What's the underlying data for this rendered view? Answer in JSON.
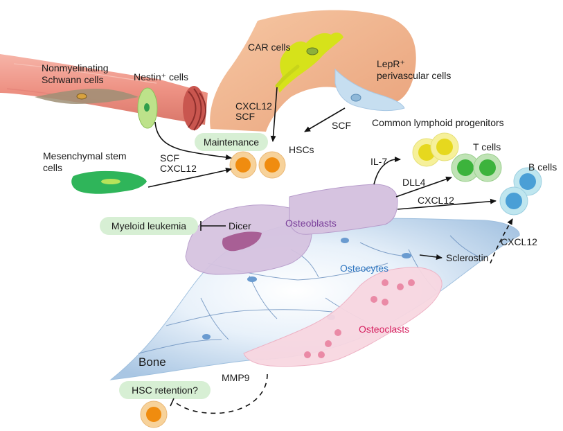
{
  "labels": {
    "nonmyelinating_line1": "Nonmyelinating",
    "nonmyelinating_line2": "Schwann cells",
    "nestin": "Nestin⁺ cells",
    "car": "CAR cells",
    "lepr_line1": "LepR⁺",
    "lepr_line2": "perivascular cells",
    "cxcl12_scf_line1": "CXCL12",
    "cxcl12_scf_line2": "SCF",
    "scf_right": "SCF",
    "maintenance": "Maintenance",
    "hscs": "HSCs",
    "clp": "Common lymphoid progenitors",
    "msc_line1": "Mesenchymal stem",
    "msc_line2": "cells",
    "scf_cxcl12_line1": "SCF",
    "scf_cxcl12_line2": "CXCL12",
    "il7": "IL-7",
    "t_cells": "T cells",
    "b_cells": "B cells",
    "dll4": "DLL4",
    "cxcl12_mid": "CXCL12",
    "myeloid_leukemia": "Myeloid leukemia",
    "dicer": "Dicer",
    "osteoblasts": "Osteoblasts",
    "cxcl12_right": "CXCL12",
    "sclerostin": "Sclerostin",
    "osteocytes": "Osteocytes",
    "osteoclasts": "Osteoclasts",
    "bone": "Bone",
    "mmp9": "MMP9",
    "hsc_retention": "HSC retention?"
  },
  "colors": {
    "vessel": "#ee9a8c",
    "car": "#d6e21a",
    "lepr_vessel": "#efb08a",
    "lepr_cell": "#c6def0",
    "msc": "#2fb55a",
    "hsc_outer": "#f7d29a",
    "hsc_inner": "#f08c0f",
    "clp_outer": "#f6f09a",
    "clp_inner": "#e6d81e",
    "t_outer": "#bfe3b5",
    "t_inner": "#3cb33c",
    "b_outer": "#bfe6ef",
    "b_inner": "#4a9fd6",
    "pill": "#d7efd4",
    "osteoblast": "#d6c3e0",
    "osteocyte": "#c7dbef",
    "osteoclast": "#f7d3de",
    "osteoblast_text": "#7a3f9a",
    "osteocyte_text": "#2f76c0",
    "osteoclast_text": "#d61f5f"
  }
}
